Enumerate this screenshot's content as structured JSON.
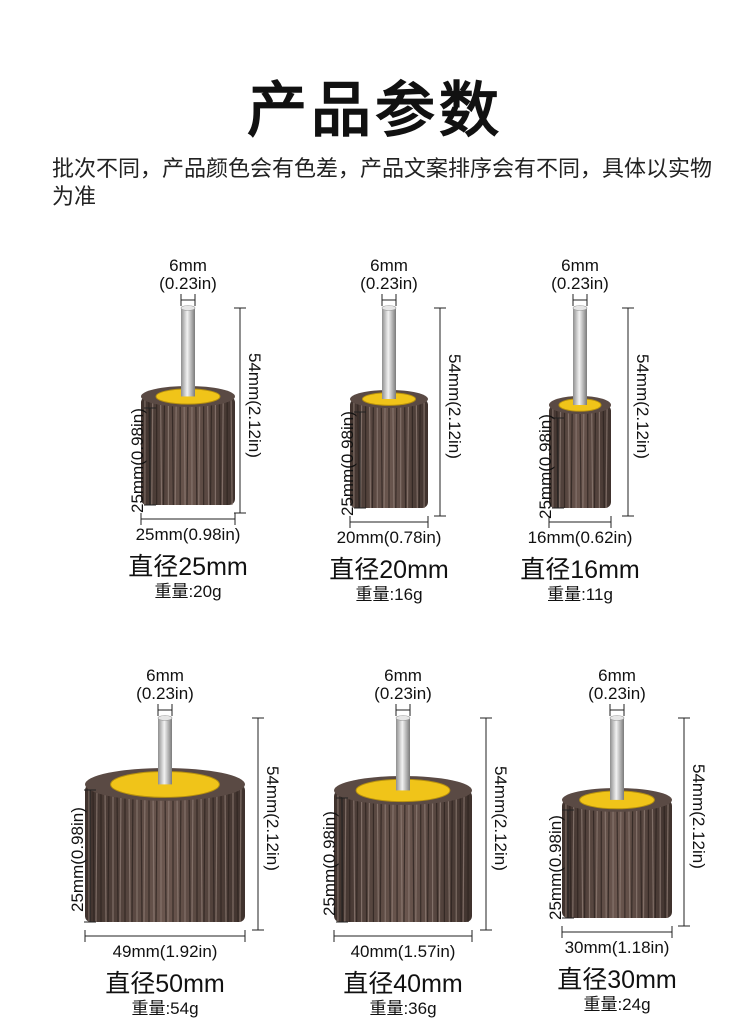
{
  "header": {
    "title": "产品参数",
    "notice": "批次不同，产品颜色会有色差，产品文案排序会有不同，具体以实物为准"
  },
  "colors": {
    "flap": "#6b574f",
    "flap_dark": "#3f322d",
    "label_yellow": "#f0c419",
    "shank": "#c9c9c9"
  },
  "products": [
    {
      "shank_mm": "6mm",
      "shank_in": "(0.23in)",
      "length": "54mm(2.12in)",
      "height": "25mm(0.98in)",
      "diameter": "25mm(0.98in)",
      "name": "直径25mm",
      "weight": "重量:20g"
    },
    {
      "shank_mm": "6mm",
      "shank_in": "(0.23in)",
      "length": "54mm(2.12in)",
      "height": "25mm(0.98in)",
      "diameter": "20mm(0.78in)",
      "name": "直径20mm",
      "weight": "重量:16g"
    },
    {
      "shank_mm": "6mm",
      "shank_in": "(0.23in)",
      "length": "54mm(2.12in)",
      "height": "25mm(0.98in)",
      "diameter": "16mm(0.62in)",
      "name": "直径16mm",
      "weight": "重量:11g"
    },
    {
      "shank_mm": "6mm",
      "shank_in": "(0.23in)",
      "length": "54mm(2.12in)",
      "height": "25mm(0.98in)",
      "diameter": "49mm(1.92in)",
      "name": "直径50mm",
      "weight": "重量:54g"
    },
    {
      "shank_mm": "6mm",
      "shank_in": "(0.23in)",
      "length": "54mm(2.12in)",
      "height": "25mm(0.98in)",
      "diameter": "40mm(1.57in)",
      "name": "直径40mm",
      "weight": "重量:36g"
    },
    {
      "shank_mm": "6mm",
      "shank_in": "(0.23in)",
      "length": "54mm(2.12in)",
      "height": "25mm(0.98in)",
      "diameter": "30mm(1.18in)",
      "name": "直径30mm",
      "weight": "重量:24g"
    }
  ]
}
